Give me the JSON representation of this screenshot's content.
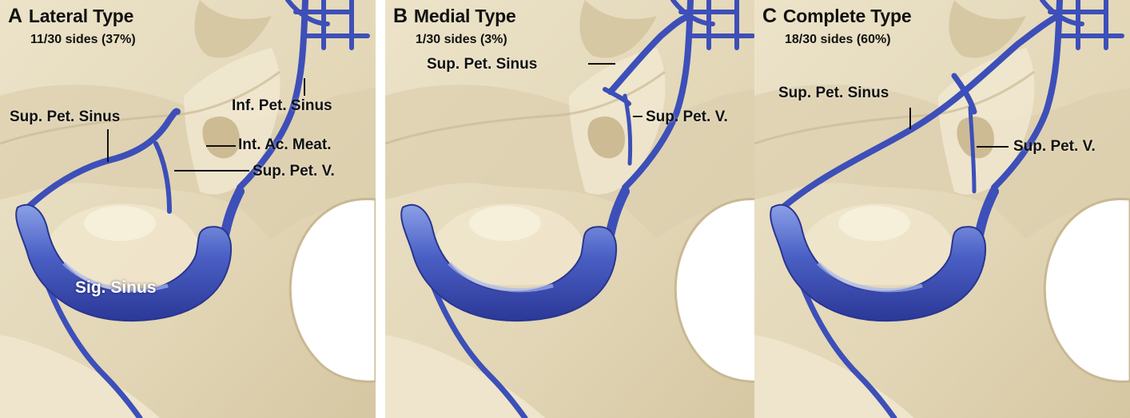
{
  "colors": {
    "bone": "#e6dcc0",
    "bone_shadow": "#c9b893",
    "vein": "#3d4fb8",
    "vein_light": "#6f84d8",
    "background": "#ffffff"
  },
  "panels": [
    {
      "letter": "A",
      "title": "Lateral Type",
      "subtitle": "11/30 sides (37%)",
      "labels": {
        "sup_pet_sinus": "Sup. Pet. Sinus",
        "inf_pet_sinus": "Inf. Pet. Sinus",
        "int_ac_meat": "Int. Ac. Meat.",
        "sup_pet_v": "Sup. Pet. V.",
        "sig_sinus": "Sig. Sinus"
      }
    },
    {
      "letter": "B",
      "title": "Medial Type",
      "subtitle": "1/30 sides (3%)",
      "labels": {
        "sup_pet_sinus": "Sup. Pet. Sinus",
        "sup_pet_v": "Sup. Pet. V."
      }
    },
    {
      "letter": "C",
      "title": "Complete Type",
      "subtitle": "18/30 sides (60%)",
      "labels": {
        "sup_pet_sinus": "Sup. Pet. Sinus",
        "sup_pet_v": "Sup. Pet. V."
      }
    }
  ]
}
